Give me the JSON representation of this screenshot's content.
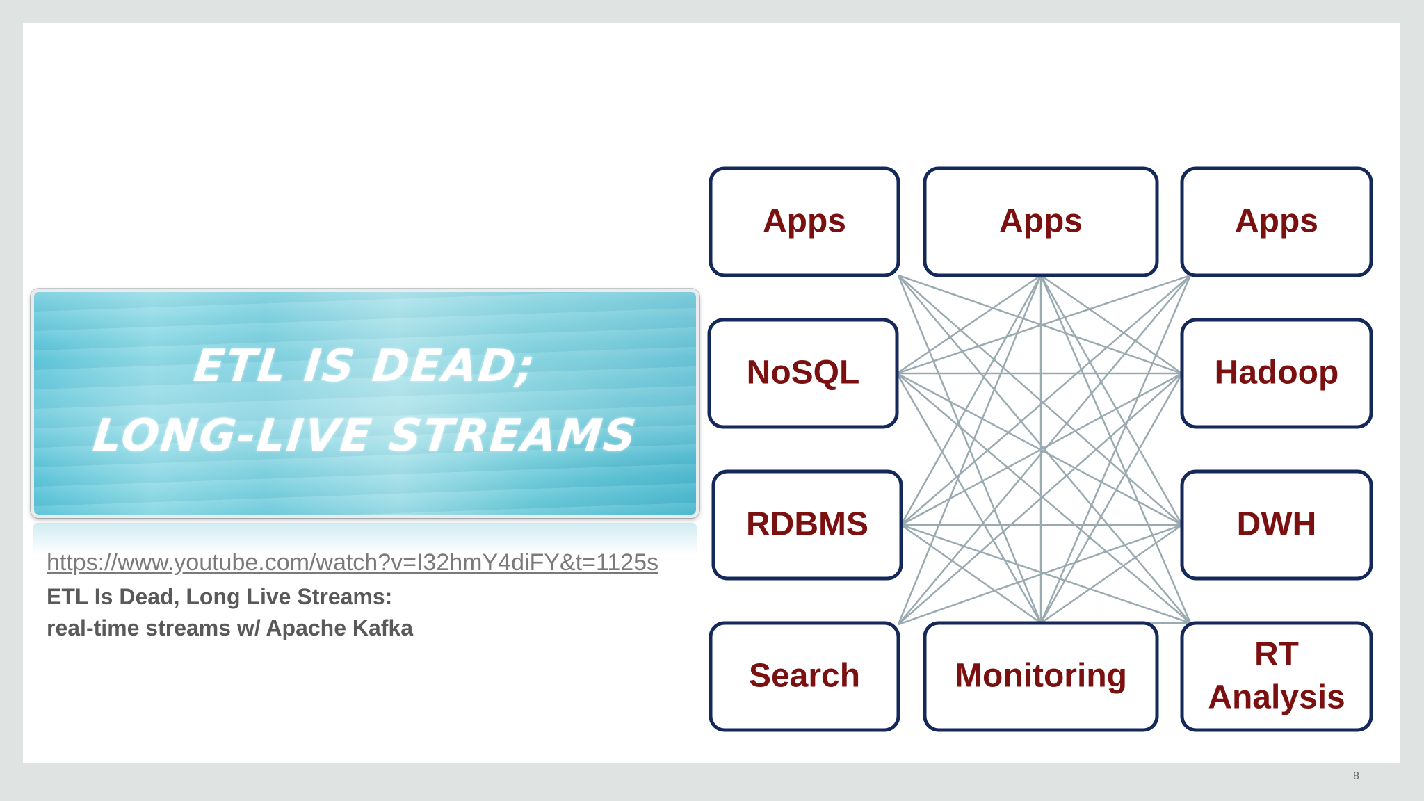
{
  "slide": {
    "page_number": "8"
  },
  "video": {
    "thumbnail_line_1": "ETL IS DEAD;",
    "thumbnail_line_2": "LONG-LIVE STREAMS",
    "url": "https://www.youtube.com/watch?v=I32hmY4diFY&t=1125s",
    "title_line_1": "ETL Is Dead, Long Live Streams:",
    "title_line_2": "real-time streams w/ Apache Kafka"
  },
  "diagram": {
    "nodes": [
      {
        "id": "apps-left",
        "label": [
          "Apps"
        ]
      },
      {
        "id": "apps-middle",
        "label": [
          "Apps"
        ]
      },
      {
        "id": "apps-right",
        "label": [
          "Apps"
        ]
      },
      {
        "id": "nosql",
        "label": [
          "NoSQL"
        ]
      },
      {
        "id": "hadoop",
        "label": [
          "Hadoop"
        ]
      },
      {
        "id": "rdbms",
        "label": [
          "RDBMS"
        ]
      },
      {
        "id": "dwh",
        "label": [
          "DWH"
        ]
      },
      {
        "id": "search",
        "label": [
          "Search"
        ]
      },
      {
        "id": "monitoring",
        "label": [
          "Monitoring"
        ]
      },
      {
        "id": "rt-analysis",
        "label": [
          "RT",
          "Analysis"
        ]
      }
    ],
    "edges": [
      [
        "apps-left",
        "hadoop"
      ],
      [
        "apps-left",
        "dwh"
      ],
      [
        "apps-left",
        "rt-analysis"
      ],
      [
        "apps-left",
        "monitoring"
      ],
      [
        "apps-middle",
        "nosql"
      ],
      [
        "apps-middle",
        "rdbms"
      ],
      [
        "apps-middle",
        "search"
      ],
      [
        "apps-middle",
        "monitoring"
      ],
      [
        "apps-middle",
        "hadoop"
      ],
      [
        "apps-middle",
        "dwh"
      ],
      [
        "apps-middle",
        "rt-analysis"
      ],
      [
        "apps-right",
        "nosql"
      ],
      [
        "apps-right",
        "rdbms"
      ],
      [
        "apps-right",
        "search"
      ],
      [
        "apps-right",
        "monitoring"
      ],
      [
        "nosql",
        "hadoop"
      ],
      [
        "nosql",
        "dwh"
      ],
      [
        "nosql",
        "rt-analysis"
      ],
      [
        "nosql",
        "monitoring"
      ],
      [
        "rdbms",
        "hadoop"
      ],
      [
        "rdbms",
        "dwh"
      ],
      [
        "rdbms",
        "rt-analysis"
      ],
      [
        "rdbms",
        "monitoring"
      ],
      [
        "search",
        "hadoop"
      ],
      [
        "search",
        "dwh"
      ],
      [
        "hadoop",
        "monitoring"
      ],
      [
        "dwh",
        "monitoring"
      ],
      [
        "rt-analysis",
        "monitoring"
      ]
    ]
  }
}
